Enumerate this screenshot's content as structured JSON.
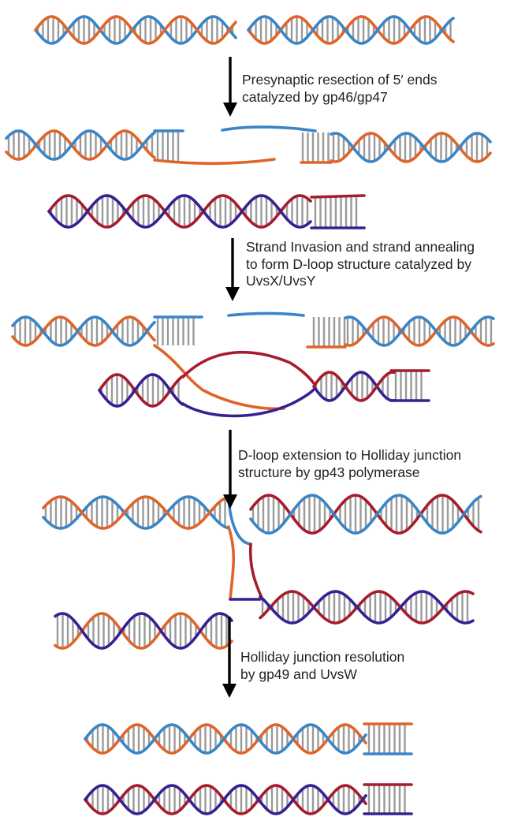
{
  "colors": {
    "blue": "#3a85c6",
    "orange": "#e0642a",
    "red": "#a61c2c",
    "purple": "#3a1f91",
    "rungs": "#9a9a9a",
    "arrow": "#000000",
    "text": "#231f20"
  },
  "steps": [
    {
      "lines": [
        "Presynaptic resection of 5′ ends",
        "catalyzed by gp46/gp47"
      ]
    },
    {
      "lines": [
        "Strand Invasion and strand annealing",
        "to form D-loop structure catalyzed by",
        "UvsX/UvsY"
      ]
    },
    {
      "lines": [
        "D-loop extension to Holliday junction",
        "structure by gp43 polymerase"
      ]
    },
    {
      "lines": [
        "Holliday junction resolution",
        "by gp49 and UvsW"
      ]
    }
  ]
}
